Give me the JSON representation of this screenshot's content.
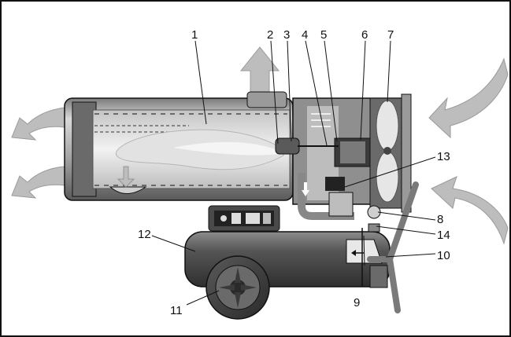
{
  "callouts": [
    "1",
    "2",
    "3",
    "4",
    "5",
    "6",
    "7",
    "8",
    "9",
    "10",
    "11",
    "12",
    "13",
    "14"
  ],
  "colors": {
    "outline": "#111111",
    "body_dark": "#4a4a4a",
    "body_mid": "#8a8a8a",
    "body_light": "#c9c9c9",
    "arrow_fill": "#bdbdbd",
    "flame": "#e6e6e6"
  }
}
